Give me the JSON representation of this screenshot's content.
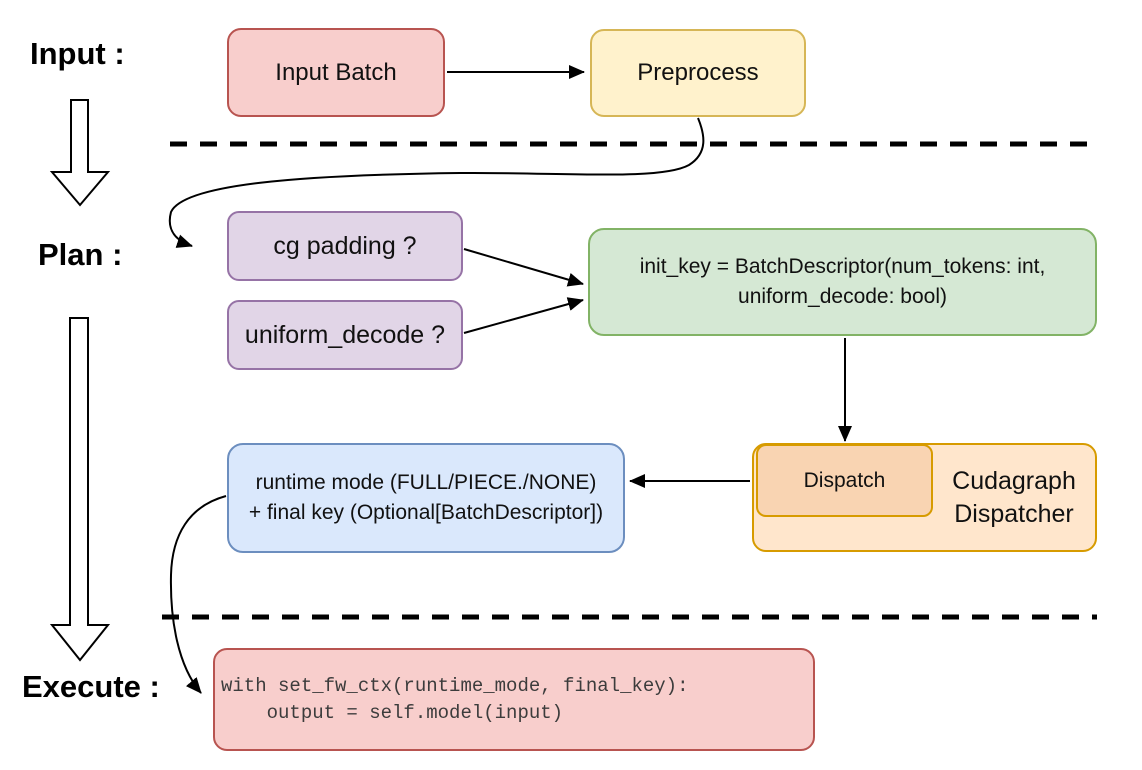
{
  "sections": {
    "input_label": "Input :",
    "plan_label": "Plan :",
    "execute_label": "Execute :"
  },
  "nodes": {
    "input_batch": {
      "label": "Input Batch",
      "fill": "#f8cecc",
      "border": "#b85450"
    },
    "preprocess": {
      "label": "Preprocess",
      "fill": "#fff2cc",
      "border": "#d6b656"
    },
    "cg_padding": {
      "label": "cg padding ?",
      "fill": "#e1d5e7",
      "border": "#9673a6"
    },
    "uniform_decode": {
      "label": "uniform_decode ?",
      "fill": "#e1d5e7",
      "border": "#9673a6"
    },
    "init_key": {
      "lines": [
        "init_key = BatchDescriptor(num_tokens: int,",
        "uniform_decode: bool)"
      ],
      "fill": "#d5e8d4",
      "border": "#82b366"
    },
    "cudagraph_dispatcher": {
      "lines": [
        "Cudagraph",
        "Dispatcher"
      ],
      "fill": "#ffe6cc",
      "border": "#d79b00"
    },
    "dispatch": {
      "label": "Dispatch",
      "fill": "#f9d4b2",
      "border": "#d79b00"
    },
    "runtime_result": {
      "lines": [
        "runtime mode (FULL/PIECE./NONE)",
        "+ final key (Optional[BatchDescriptor])"
      ],
      "fill": "#dae8fc",
      "border": "#6c8ebf"
    },
    "execute_code": {
      "lines": [
        "with set_fw_ctx(runtime_mode, final_key):",
        "    output = self.model(input)"
      ],
      "fill": "#f8cecc",
      "border": "#b85450"
    }
  },
  "edges": [
    {
      "from": "input_batch",
      "to": "preprocess",
      "style": "straight-arrow"
    },
    {
      "from": "preprocess",
      "to": "cg_padding",
      "style": "curved-arrow"
    },
    {
      "from": "cg_padding",
      "to": "init_key",
      "style": "straight-arrow"
    },
    {
      "from": "uniform_decode",
      "to": "init_key",
      "style": "straight-arrow"
    },
    {
      "from": "init_key",
      "to": "dispatch",
      "style": "straight-arrow"
    },
    {
      "from": "dispatch",
      "to": "runtime_result",
      "style": "straight-arrow"
    },
    {
      "from": "runtime_result",
      "to": "execute_code",
      "style": "curved-arrow"
    }
  ],
  "dividers": [
    {
      "between": [
        "Input",
        "Plan"
      ],
      "style": "dashed"
    },
    {
      "between": [
        "Plan",
        "Execute"
      ],
      "style": "dashed"
    }
  ],
  "flow_arrows": [
    {
      "name": "input-to-plan",
      "style": "hollow-down-arrow"
    },
    {
      "name": "plan-to-execute",
      "style": "hollow-down-arrow"
    }
  ]
}
